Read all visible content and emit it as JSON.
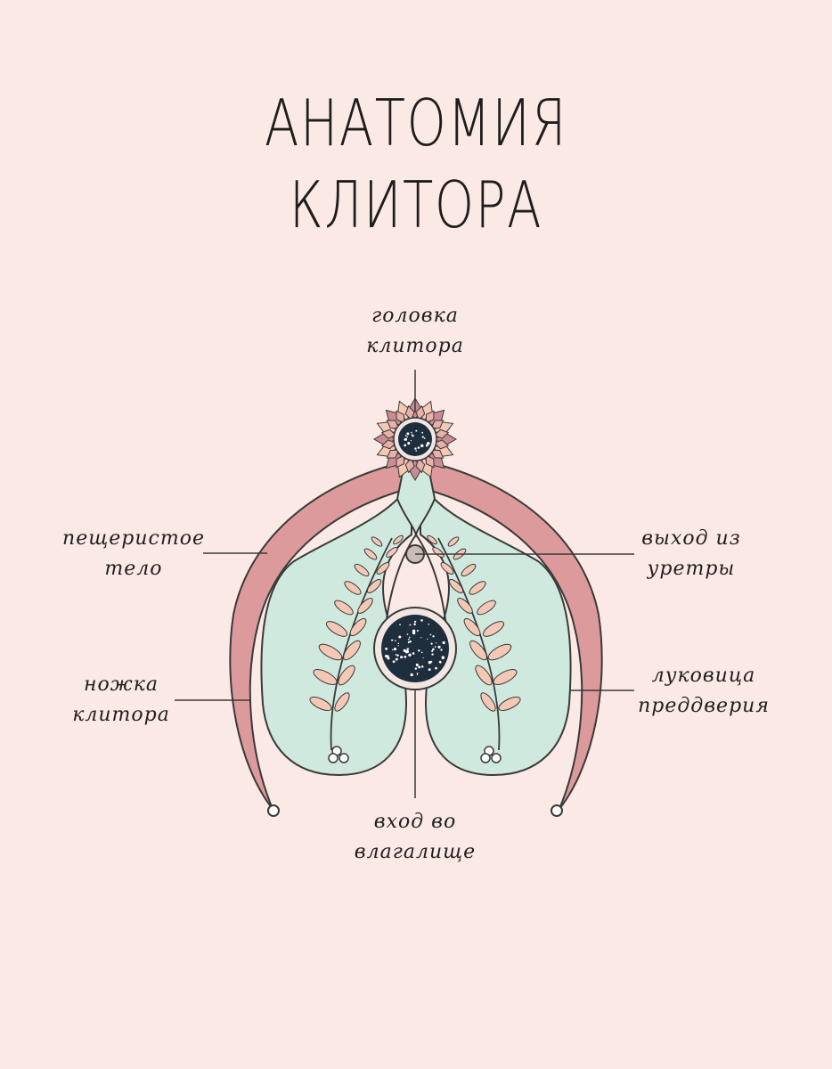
{
  "title": {
    "line1": "АНАТОМИЯ",
    "line2": "КЛИТОРА"
  },
  "labels": {
    "glans": {
      "line1": "головка",
      "line2": "клитора"
    },
    "body": {
      "line1": "пещеристое",
      "line2": "тело"
    },
    "crus": {
      "line1": "ножка",
      "line2": "клитора"
    },
    "urethra": {
      "line1": "выход из",
      "line2": "уретры"
    },
    "bulb": {
      "line1": "луковица",
      "line2": "преддверия"
    },
    "vagina": {
      "line1": "вход во",
      "line2": "влагалище"
    }
  },
  "colors": {
    "background": "#fbe9e5",
    "crura": "#dd9a9c",
    "bulbs": "#cfe9de",
    "leaf": "#f4c8b5",
    "outline": "#3a3a3a",
    "dark": "#1f2e3c",
    "flower": "#c98c94"
  }
}
